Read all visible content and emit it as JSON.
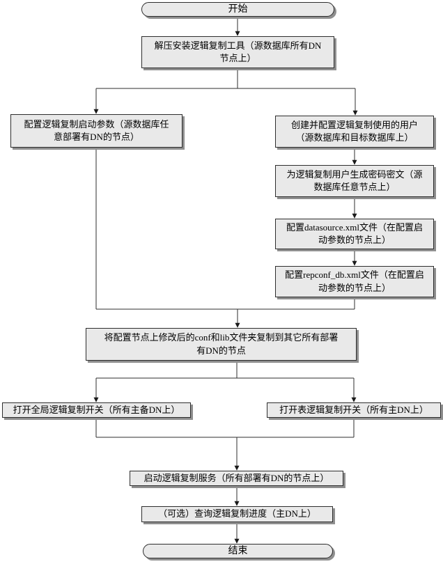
{
  "flowchart": {
    "nodes": {
      "start": {
        "label": "开始",
        "type": "terminator"
      },
      "unzip_install": {
        "label": "解压安装逻辑复制工具（源数据库所有DN\n节点上）",
        "type": "process"
      },
      "config_start_params": {
        "label": "配置逻辑复制启动参数（源数据库任\n意部署有DN的节点）",
        "type": "process"
      },
      "create_user": {
        "label": "创建并配置逻辑复制使用的用户\n（源数据库和目标数据库上）",
        "type": "process"
      },
      "gen_password": {
        "label": "为逻辑复制用户生成密码密文（源\n数据库任意节点上）",
        "type": "process"
      },
      "config_datasource": {
        "label": "配置datasource.xml文件（在配置启\n动参数的节点上）",
        "type": "process"
      },
      "config_repconf": {
        "label": "配置repconf_db.xml文件（在配置启\n动参数的节点上）",
        "type": "process"
      },
      "copy_conf_lib": {
        "label": "将配置节点上修改后的conf和lib文件夹复制到其它所有部署\n有DN的节点",
        "type": "process"
      },
      "global_switch": {
        "label": "打开全局逻辑复制开关（所有主备DN上）",
        "type": "process"
      },
      "table_switch": {
        "label": "打开表逻辑复制开关（所有主DN上）",
        "type": "process"
      },
      "start_service": {
        "label": "启动逻辑复制服务（所有部署有DN的节点上）",
        "type": "process"
      },
      "query_progress": {
        "label": "（可选）查询逻辑复制进度（主DN上）",
        "type": "process"
      },
      "end": {
        "label": "结束",
        "type": "terminator"
      }
    },
    "colors": {
      "background": "#ffffff",
      "node_fill": "#e9e9e9",
      "node_border": "#2d2d2d",
      "node_shadow": "#8f8f8f",
      "connector_line": "#2d2d2d",
      "arrowhead": "#1a1a1a",
      "text": "#000000"
    }
  }
}
